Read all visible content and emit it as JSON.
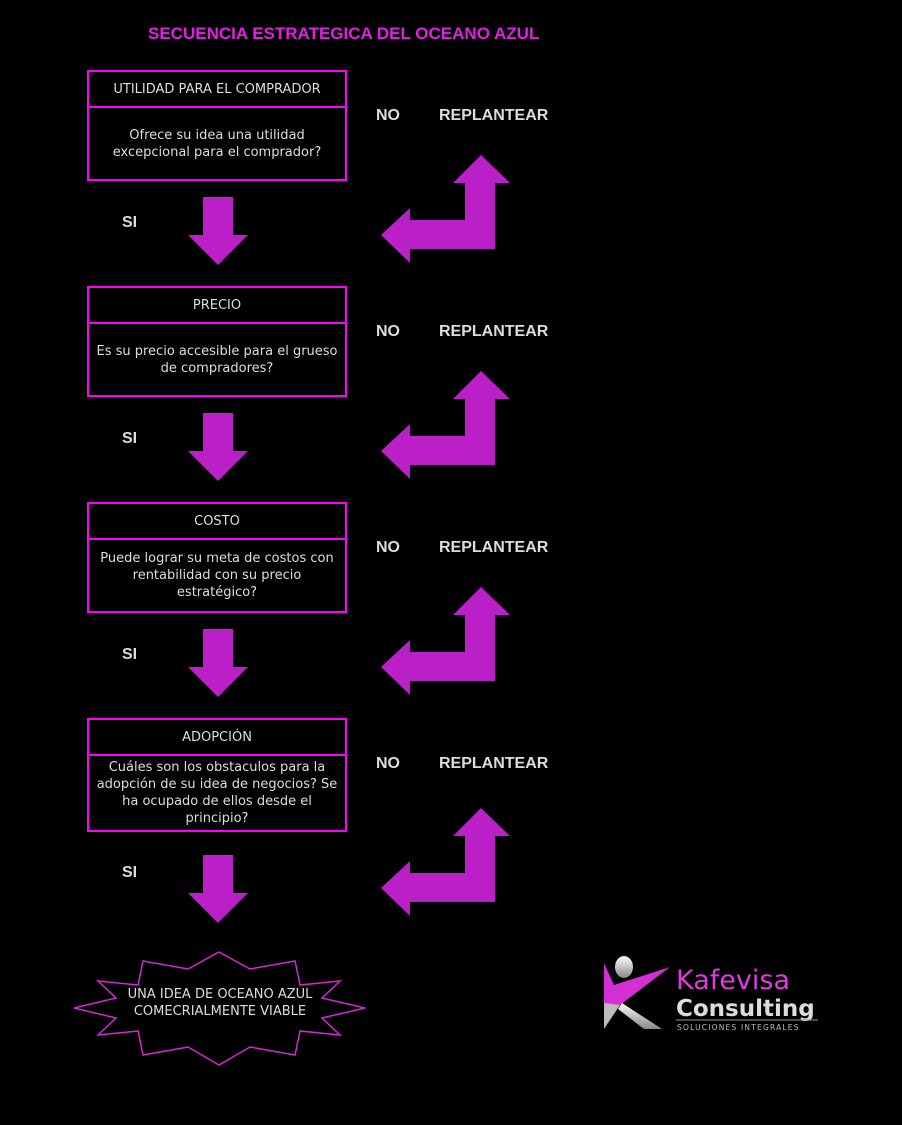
{
  "title": "SECUENCIA ESTRATEGICA DEL OCEANO AZUL",
  "steps": [
    {
      "header": "UTILIDAD PARA EL COMPRADOR",
      "question": "Ofrece su idea una utilidad excepcional para el comprador?",
      "yes": "SI",
      "no": "NO",
      "action": "REPLANTEAR"
    },
    {
      "header": "PRECIO",
      "question": "Es su precio accesible para el grueso de compradores?",
      "yes": "SI",
      "no": "NO",
      "action": "REPLANTEAR"
    },
    {
      "header": "COSTO",
      "question": "Puede lograr su meta de costos con rentabilidad con su precio estratégico?",
      "yes": "SI",
      "no": "NO",
      "action": "REPLANTEAR"
    },
    {
      "header": "ADOPCIÓN",
      "question": "Cuáles son los obstaculos para la adopción de su idea de negocios? Se ha ocupado de ellos desde el principio?",
      "yes": "SI",
      "no": "NO",
      "action": "REPLANTEAR"
    }
  ],
  "result": "UNA IDEA DE OCEANO AZUL COMECRIALMENTE VIABLE",
  "logo": {
    "line1": "Kafevisa",
    "line2": "Consulting",
    "tagline": "SOLUCIONES INTEGRALES"
  },
  "colors": {
    "title": "#e51ee5",
    "box_border": "#ff00ff",
    "arrow": "#bb1fc8",
    "text": "#dddddd"
  }
}
